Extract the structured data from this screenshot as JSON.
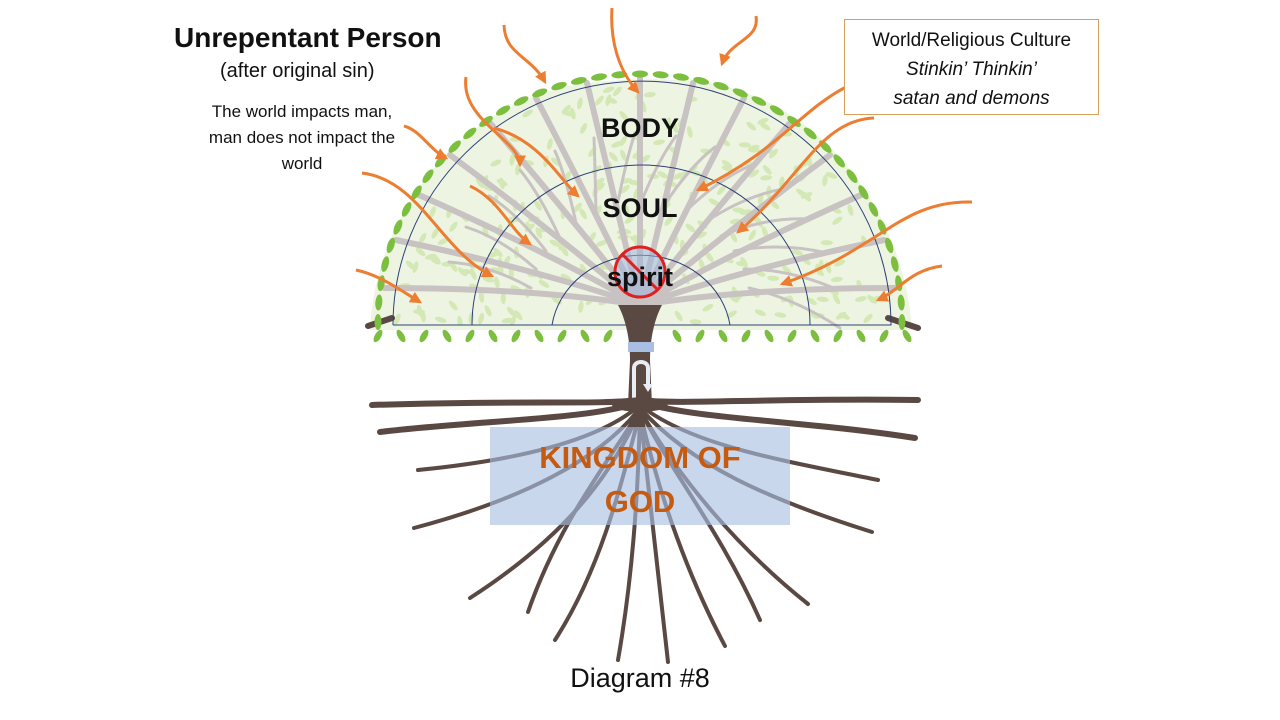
{
  "header": {
    "title": "Unrepentant Person",
    "subtitle": "(after original sin)",
    "note_lines": [
      "The world impacts man,",
      "man does not impact the",
      "world"
    ]
  },
  "culture_box": {
    "line1": "World/Religious Culture",
    "line2": "Stinkin’ Thinkin’",
    "line3": "satan and demons"
  },
  "diagram": {
    "labels": {
      "body": "BODY",
      "soul": "SOUL",
      "spirit": "spirit"
    },
    "kingdom_lines": [
      "KINGDOM OF",
      "GOD"
    ],
    "caption": "Diagram #8",
    "no_symbol_icon": "prohibited-icon",
    "colors": {
      "arrow": "#ed7d31",
      "trunk": "#5a4842",
      "branch": "#c8c3c2",
      "leaf_light": "#d4e8b6",
      "leaf_green": "#7cbf3f",
      "ring_line": "#2e3f7a",
      "kingdom_text": "#c55a11",
      "prohibit": "#e02020"
    }
  }
}
